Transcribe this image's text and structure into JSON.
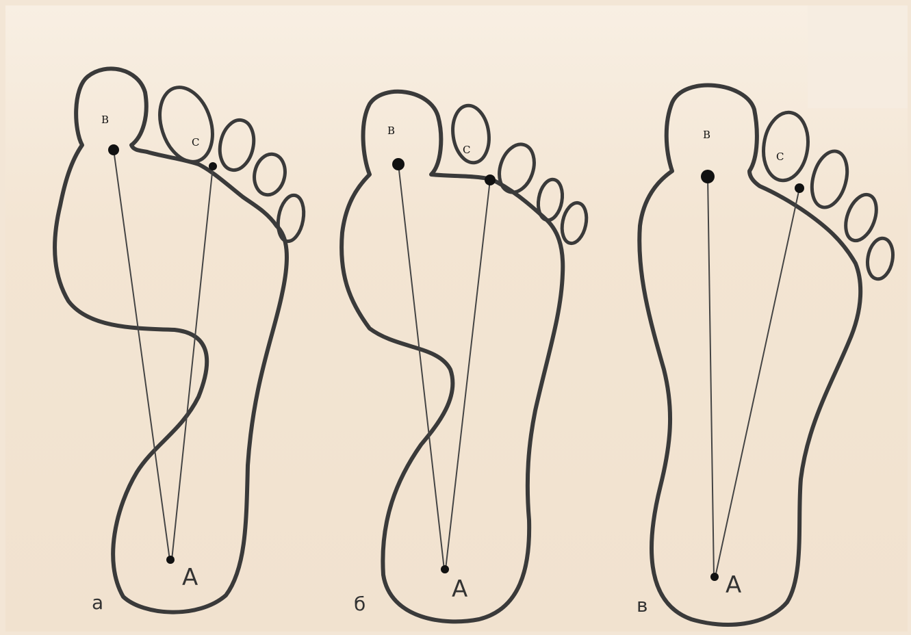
{
  "figures": [
    {
      "panel_label": "а",
      "point_heel": "A",
      "point_big_toe": "B",
      "point_second_toe": "C"
    },
    {
      "panel_label": "б",
      "point_heel": "A",
      "point_big_toe": "B",
      "point_second_toe": "C"
    },
    {
      "panel_label": "в",
      "point_heel": "A",
      "point_big_toe": "B",
      "point_second_toe": "C"
    }
  ]
}
